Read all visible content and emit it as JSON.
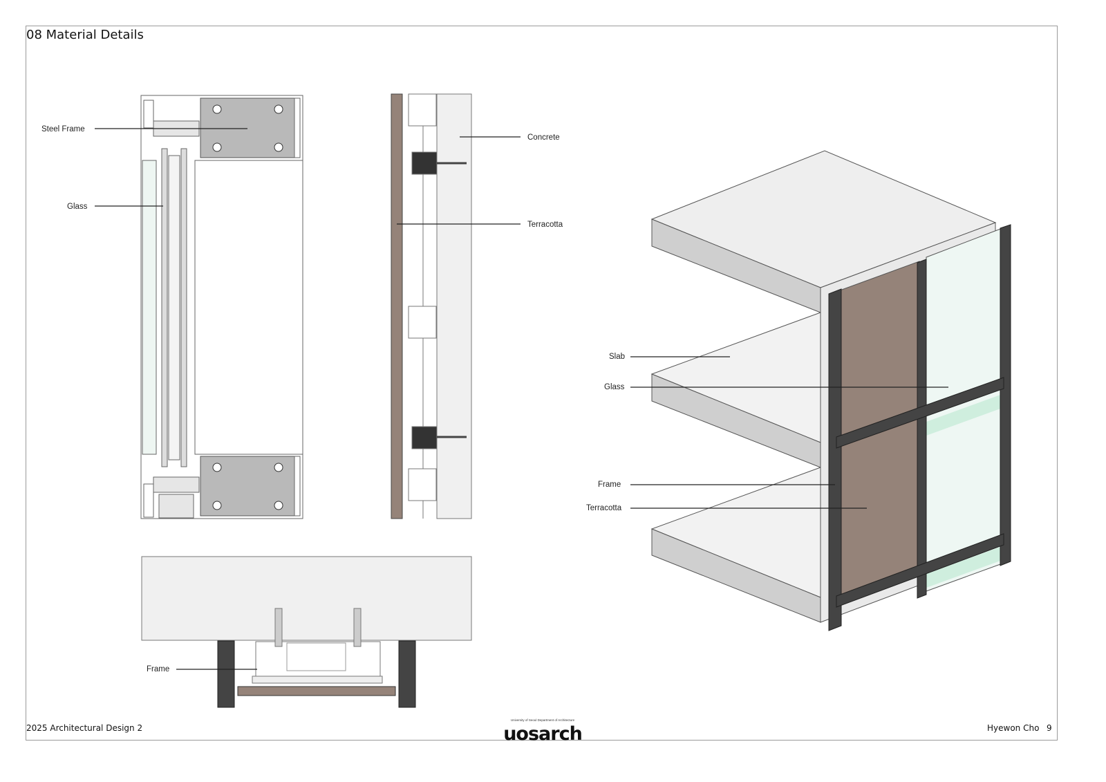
{
  "page": {
    "title": "08 Material Details",
    "footer_left": "2025 Architectural Design 2",
    "footer_author": "Hyewon Cho",
    "page_number": "9",
    "logo_subtitle": "University of Seoul Department of Architecture",
    "logo_text": "uosarch"
  },
  "window_section": {
    "labels": [
      "Steel Frame",
      "Glass"
    ]
  },
  "wall_section": {
    "labels": [
      "Concrete",
      "Terracotta"
    ]
  },
  "plan_section": {
    "labels": [
      "Frame"
    ]
  },
  "isometric": {
    "labels": [
      "Slab",
      "Glass",
      "Frame",
      "Terracotta"
    ]
  },
  "colors": {
    "terracotta": "#958379",
    "frame": "#444444",
    "concrete": "#f0f0f0",
    "steel_plate": "#b9b9b9",
    "glass_tint": "#cfeede"
  }
}
